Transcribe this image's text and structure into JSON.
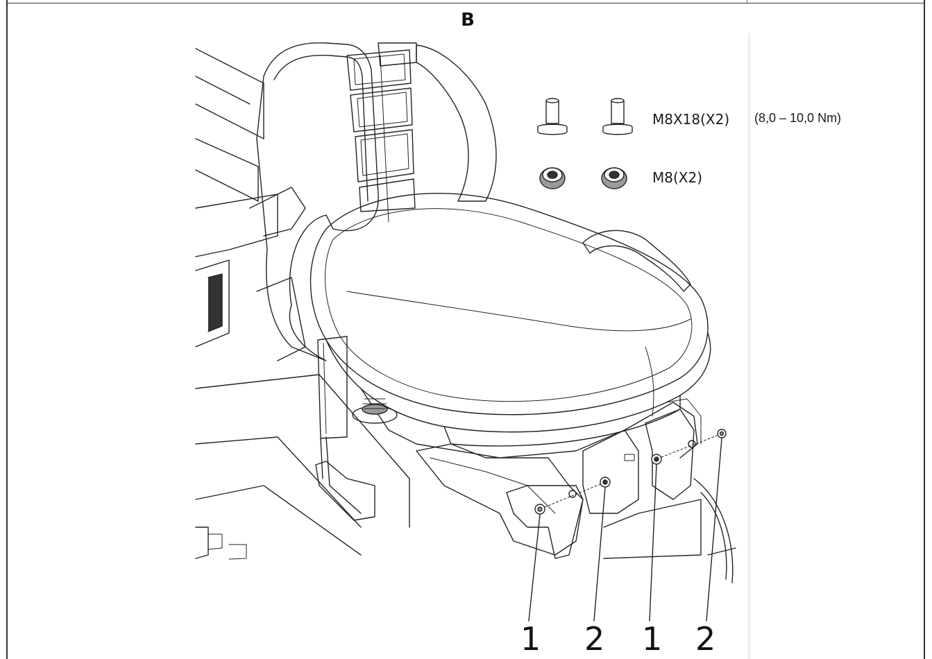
{
  "section_label": "B",
  "hardware": [
    {
      "icon": "bolt-icon",
      "label": "M8X18(X2)",
      "spec": "(8,0 – 10,0 Nm)"
    },
    {
      "icon": "nut-icon",
      "label": "M8(X2)"
    }
  ],
  "callouts": [
    "1",
    "2",
    "1",
    "2"
  ]
}
